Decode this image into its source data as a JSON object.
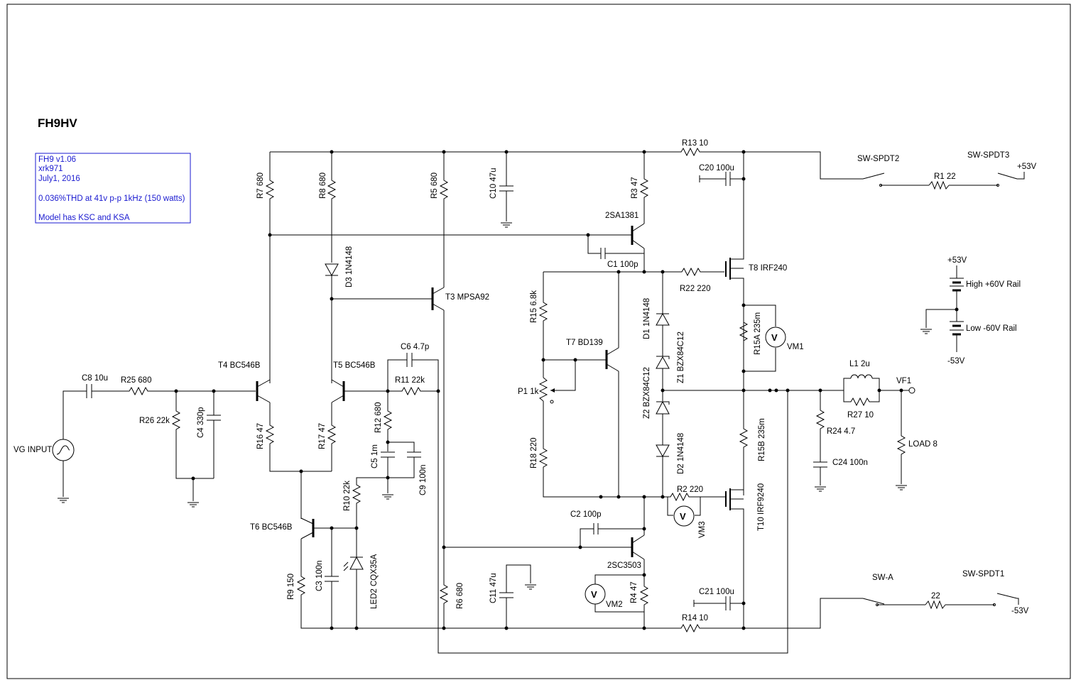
{
  "title": "FH9HV",
  "notes": [
    "FH9 v1.06",
    "xrk971",
    "July1, 2016",
    "",
    "0.036%THD at 41v p-p 1kHz (150 watts)",
    "",
    "Model has KSC and KSA"
  ],
  "colors": {
    "note": "#1a1ad0",
    "wire": "#000000"
  },
  "labels": {
    "r13": "R13 10",
    "c20": "C20 100u",
    "r3": "R3 47",
    "sa1381": "2SA1381",
    "c1": "C1 100p",
    "r22": "R22 220",
    "t8": "T8 IRF240",
    "r15a": "R15A 235m",
    "vm1": "VM1",
    "sw_spdt2": "SW-SPDT2",
    "sw_spdt3": "SW-SPDT3",
    "r1": "R1 22",
    "p53_top": "+53V",
    "p53_batt": "+53V",
    "high_rail": "High +60V Rail",
    "low_rail": "Low -60V Rail",
    "m53_batt": "-53V",
    "r7": "R7 680",
    "r8": "R8 680",
    "r5": "R5 680",
    "c10": "C10 47u",
    "d3": "D3 1N4148",
    "t3": "T3 MPSA92",
    "r15": "R15 6.8k",
    "d1": "D1 1N4148",
    "z1": "Z1 BZX84C12",
    "t7": "T7 BD139",
    "p1": "P1 1k",
    "z2": "Z2 BZX84C12",
    "d2": "D2 1N4148",
    "r18": "R18 220",
    "r2": "R2 220",
    "vm3": "VM3",
    "t10": "T10 IRF9240",
    "r15b": "R15B 235m",
    "l1": "L1 2u",
    "r27": "R27 10",
    "vf1": "VF1",
    "r24": "R24 4.7",
    "c24": "C24 100n",
    "load": "LOAD 8",
    "c8": "C8 10u",
    "r25": "R25 680",
    "r26": "R26 22k",
    "c4": "C4 330p",
    "vg": "VG INPUT",
    "t4": "T4 BC546B",
    "t5": "T5 BC546B",
    "c6": "C6 4.7p",
    "r11": "R11 22k",
    "r12": "R12 680",
    "c5": "C5 1m",
    "c9": "C9 100n",
    "r16": "R16 47",
    "r17": "R17 47",
    "r10": "R10 22k",
    "t6": "T6 BC546B",
    "r9": "R9 150",
    "c3": "C3 100n",
    "led2": "LED2 CQX35A",
    "r6": "R6 680",
    "c11": "C11 47u",
    "c2": "C2 100p",
    "sc3503": "2SC3503",
    "vm2": "VM2",
    "r4": "R4 47",
    "c21": "C21 100u",
    "r14": "R14 10",
    "sw_a": "SW-A",
    "sw_spdt1": "SW-SPDT1",
    "r22b": "22",
    "m53_bot": "-53V",
    "v": "V"
  }
}
